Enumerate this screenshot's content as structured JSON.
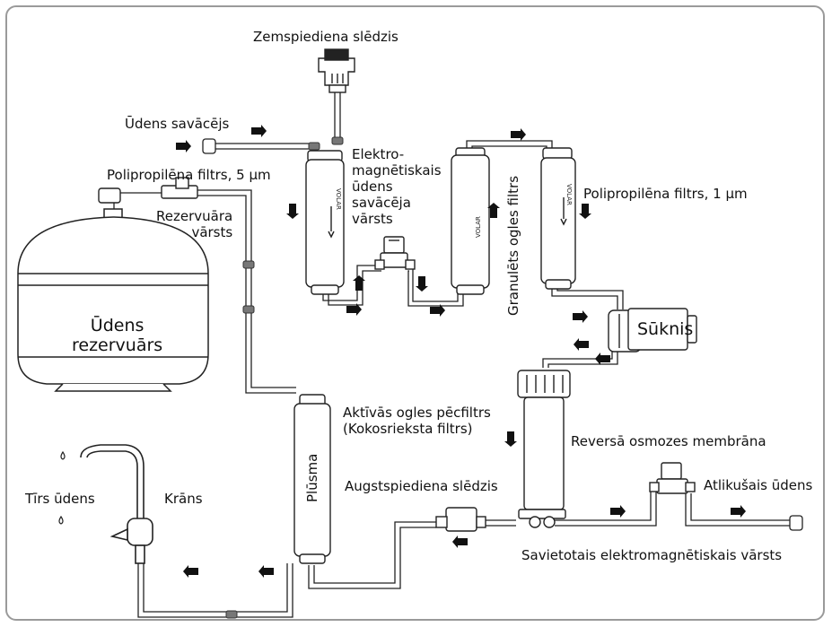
{
  "labels": {
    "low_pressure_switch": "Zemspiediena slēdzis",
    "water_inlet": "Ūdens savācējs",
    "pp_filter_5": "Polipropilēna filtrs, 5 µm",
    "tank_valve": "Rezervuāra\nvārsts",
    "tank": "Ūdens\nrezervuārs",
    "solenoid_inlet": "Elektro-\nmagnētiskais\nūdens\nsavācēja\nvārsts",
    "granular_carbon": "Granulēts ogles filtrs",
    "pp_filter_1": "Polipropilēna filtrs, 1 µm",
    "pump": "Sūknis",
    "post_carbon": "Aktīvās ogles pēcfiltrs\n(Kokosrieksta filtrs)",
    "ro_membrane": "Reversā osmozes membrāna",
    "high_pressure_switch": "Augstspiediena slēdzis",
    "waste_water": "Atlikušais ūdens",
    "combined_solenoid": "Savietotais elektromagnētiskais vārsts",
    "clean_water": "Tīrs ūdens",
    "faucet": "Krāns",
    "flow": "Plūsma"
  },
  "icons": [
    "flow-arrow-icon",
    "water-drop-icon",
    "pipe-connector-icon"
  ]
}
